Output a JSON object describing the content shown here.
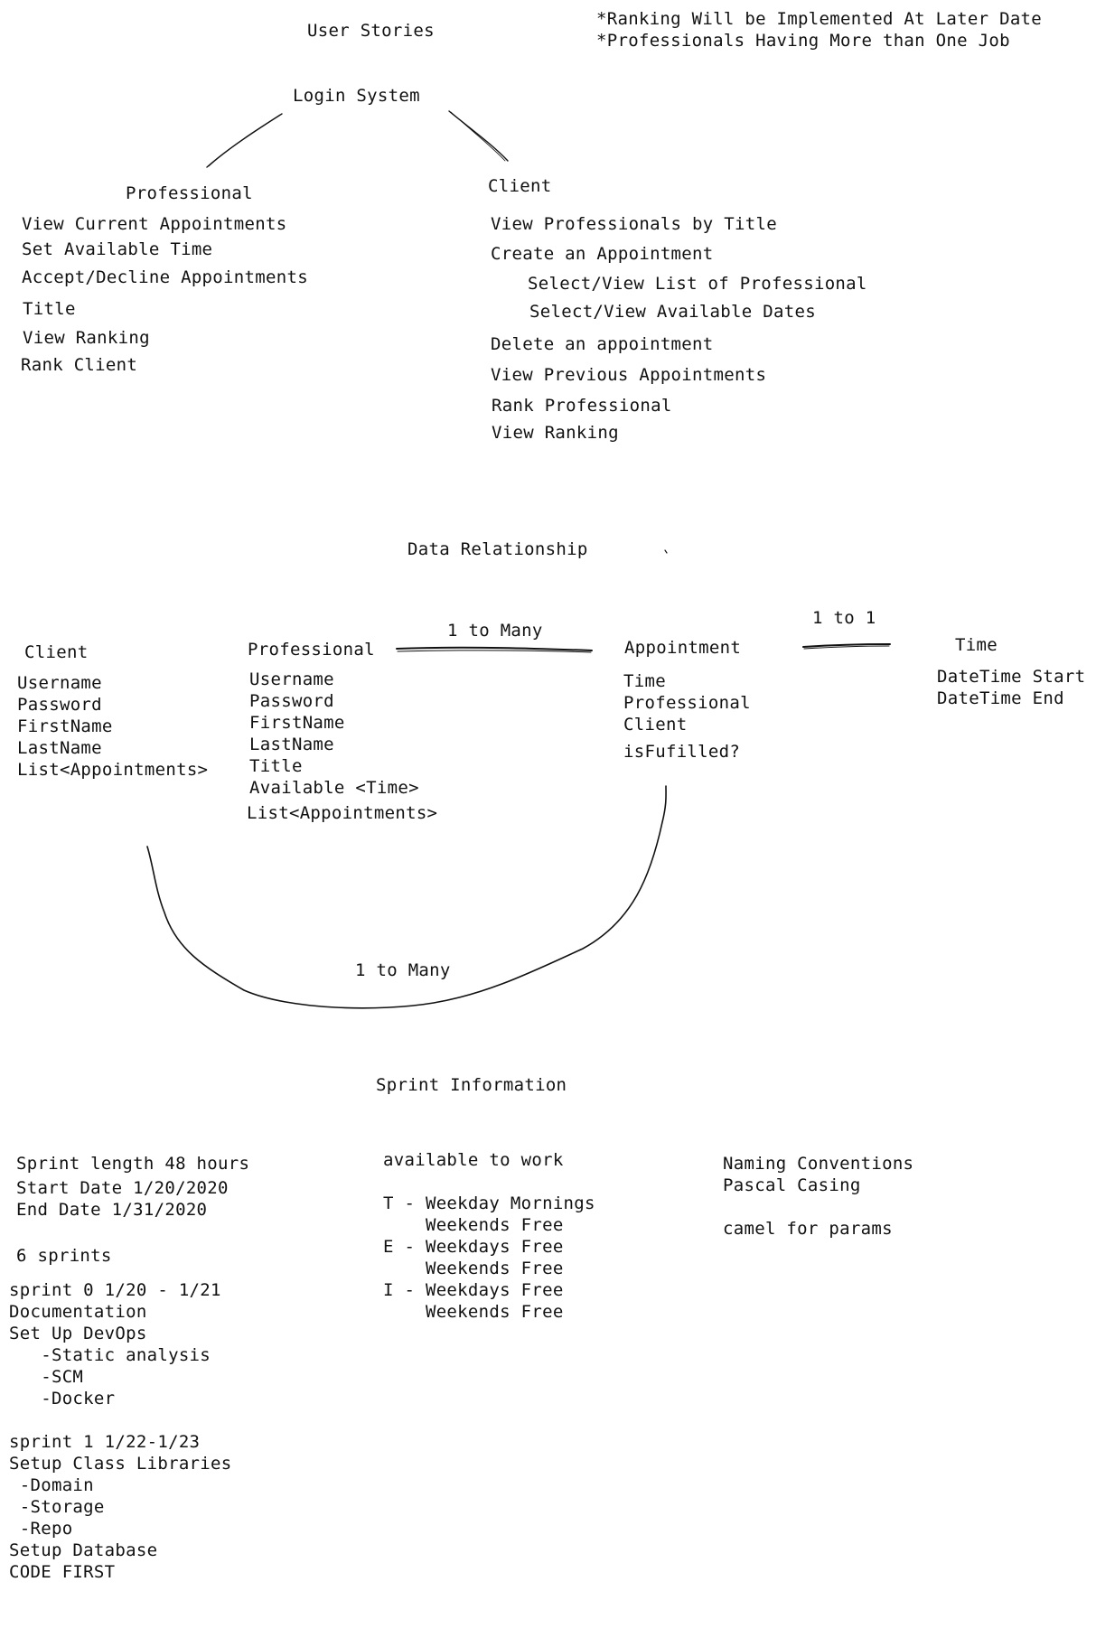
{
  "colors": {
    "ink": "#111111",
    "background": "#ffffff"
  },
  "user_stories": {
    "title": "User Stories",
    "notes": [
      "*Ranking Will be Implemented At Later Date",
      "*Professionals Having More than One Job"
    ],
    "login": "Login System",
    "professional": {
      "title": "Professional",
      "items": [
        "View Current Appointments",
        "Set Available Time",
        "Accept/Decline Appointments",
        "Title",
        "View Ranking",
        "Rank Client"
      ]
    },
    "client": {
      "title": "Client",
      "items": [
        "View Professionals by Title",
        "Create an Appointment",
        "Select/View List of Professional",
        "Select/View Available Dates",
        "Delete an appointment",
        "View Previous Appointments",
        "Rank Professional",
        "View Ranking"
      ]
    }
  },
  "data_relationship": {
    "title": "Data Relationship",
    "client": {
      "title": "Client",
      "fields": [
        "Username",
        "Password",
        "FirstName",
        "LastName",
        "List<Appointments>"
      ]
    },
    "professional": {
      "title": "Professional",
      "fields": [
        "Username",
        "Password",
        "FirstName",
        "LastName",
        "Title",
        "Available <Time>",
        "List<Appointments>"
      ]
    },
    "appointment": {
      "title": "Appointment",
      "fields": [
        "Time",
        "Professional",
        "Client",
        "isFufilled?"
      ]
    },
    "time": {
      "title": "Time",
      "fields": [
        "DateTime Start",
        "DateTime End"
      ]
    },
    "rel_professional_appointment": "1 to Many",
    "rel_appointment_time": "1 to 1",
    "rel_client_appointment": "1 to Many"
  },
  "sprint_information": {
    "title": "Sprint Information",
    "summary": [
      "Sprint length 48 hours",
      "Start Date 1/20/2020",
      "End Date 1/31/2020"
    ],
    "count": "6 sprints",
    "sprint0": [
      "sprint 0 1/20 - 1/21",
      "Documentation",
      "Set Up DevOps",
      "   -Static analysis",
      "   -SCM",
      "   -Docker"
    ],
    "sprint1": [
      "sprint 1 1/22-1/23",
      "Setup Class Libraries",
      " -Domain",
      " -Storage",
      " -Repo",
      "Setup Database",
      "CODE FIRST"
    ],
    "availability": {
      "title": "available to work",
      "lines": [
        "T - Weekday Mornings",
        "    Weekends Free",
        "E - Weekdays Free",
        "    Weekends Free",
        "I - Weekdays Free",
        "    Weekends Free"
      ]
    },
    "naming": [
      "Naming Conventions",
      "Pascal Casing",
      "",
      "camel for params"
    ]
  }
}
